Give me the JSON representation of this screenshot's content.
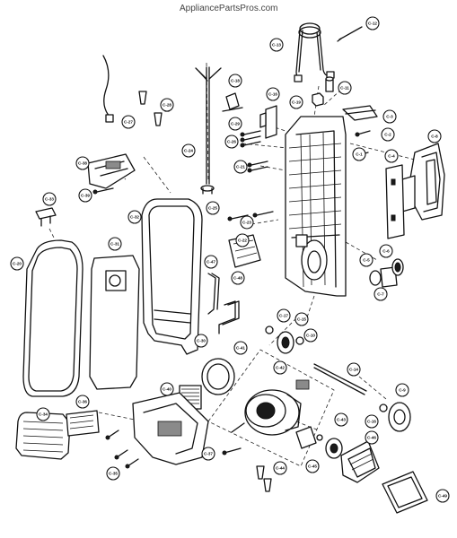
{
  "watermark": "AppliancePartsPros.com",
  "callouts": [
    "C-13",
    "C-12",
    "C-11",
    "C-19",
    "C-18",
    "C-16",
    "C-3",
    "C-2",
    "C-26",
    "C-1",
    "C-27",
    "C-28",
    "C-29",
    "C-24",
    "C-21",
    "C-4",
    "C-38",
    "C-39",
    "C-33",
    "C-25",
    "C-32",
    "C-23",
    "C-20",
    "C-31",
    "C-22",
    "C-47",
    "C-48",
    "C-6",
    "C-5",
    "C-7",
    "C-17",
    "C-15",
    "C-10",
    "C-41",
    "C-14",
    "C-42",
    "C-40",
    "C-36",
    "C-43",
    "C-16",
    "C-34",
    "C-35",
    "C-37",
    "C-44",
    "C-45",
    "C-30",
    "C-49",
    "C-46",
    "C-8",
    "C-9"
  ]
}
